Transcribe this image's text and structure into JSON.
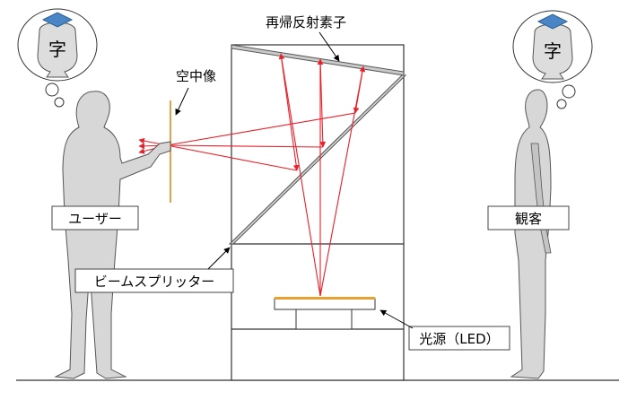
{
  "labels": {
    "retroreflector": "再帰反射素子",
    "aerial_image": "空中像",
    "user": "ユーザー",
    "observer": "観客",
    "beam_splitter": "ビームスプリッター",
    "light_source": "光源（LED）",
    "thought_glyph": "字"
  },
  "colors": {
    "ray": "#e8202a",
    "aerial_plane": "#e8a04a",
    "led_strip": "#e8a030",
    "hat": "#4a86c5",
    "person": "#d7d7d7"
  }
}
